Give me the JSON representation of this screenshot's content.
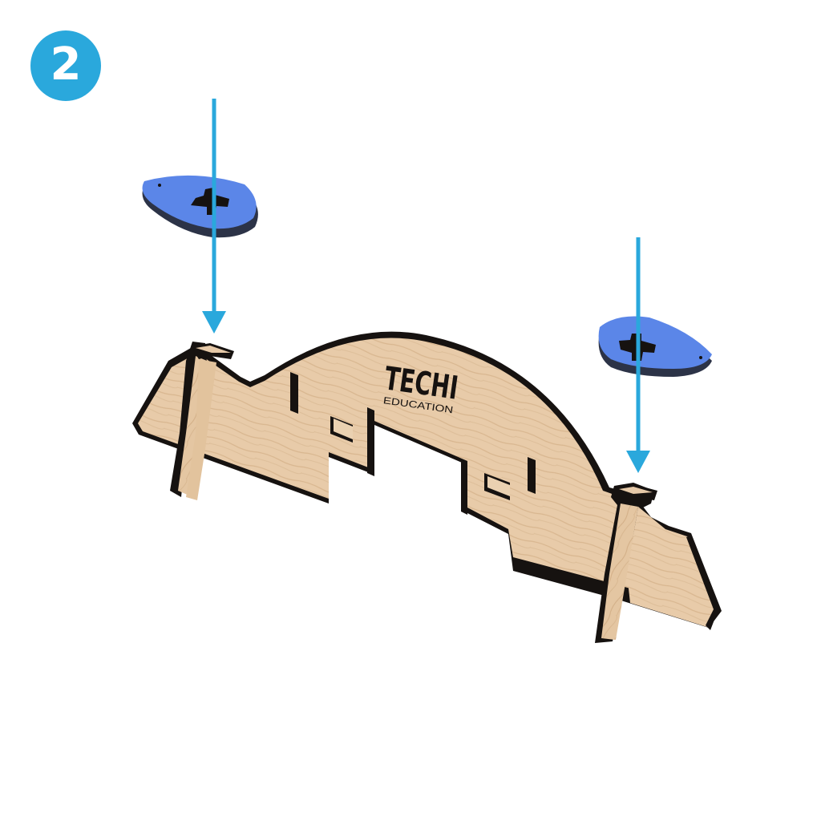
{
  "step": {
    "number": "2",
    "color": "#2aa8dc"
  },
  "logo": {
    "word": "TECHI",
    "subtitle": "EDUCATION"
  },
  "colors": {
    "wood": "#e6c9a8",
    "wood_dark": "#c9a57f",
    "edge": "#161210",
    "disc": "#5b86e8",
    "disc_side": "#2c3347",
    "arrow": "#2aa8dc"
  },
  "icons": {
    "step_badge": "number-circle-icon",
    "arrow": "down-arrow-icon",
    "disc": "teardrop-disc-icon"
  }
}
